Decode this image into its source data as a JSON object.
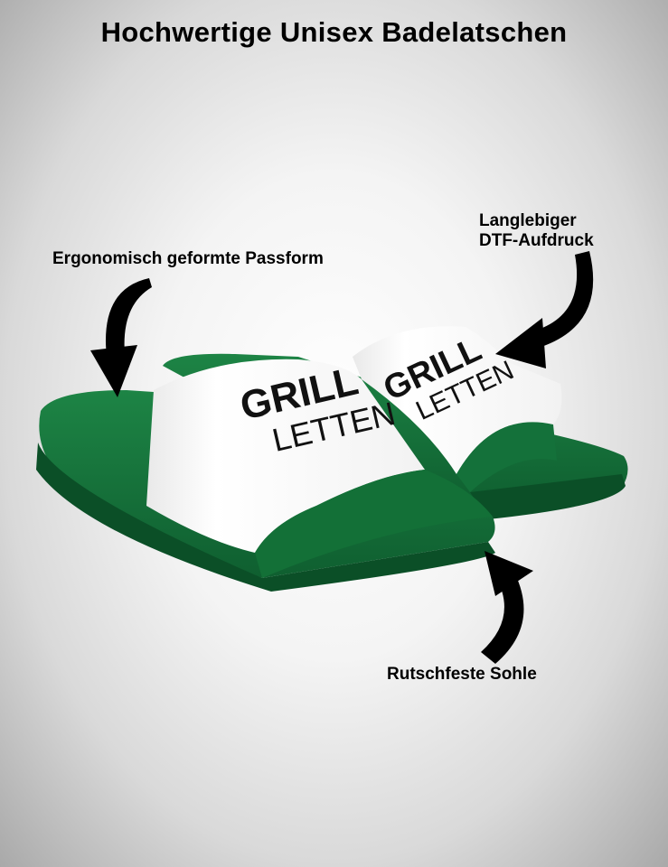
{
  "title": "Hochwertige Unisex Badelatschen",
  "callouts": {
    "fit": "Ergonomisch geformte Passform",
    "print_line1": "Langlebiger",
    "print_line2": "DTF-Aufdruck",
    "sole": "Rutschfeste Sohle"
  },
  "print_text": {
    "line1": "GRILL",
    "line2": "LETTEN"
  },
  "colors": {
    "sole": "#15703a",
    "strap": "#ffffff",
    "print": "#111111",
    "arrow": "#000000"
  }
}
